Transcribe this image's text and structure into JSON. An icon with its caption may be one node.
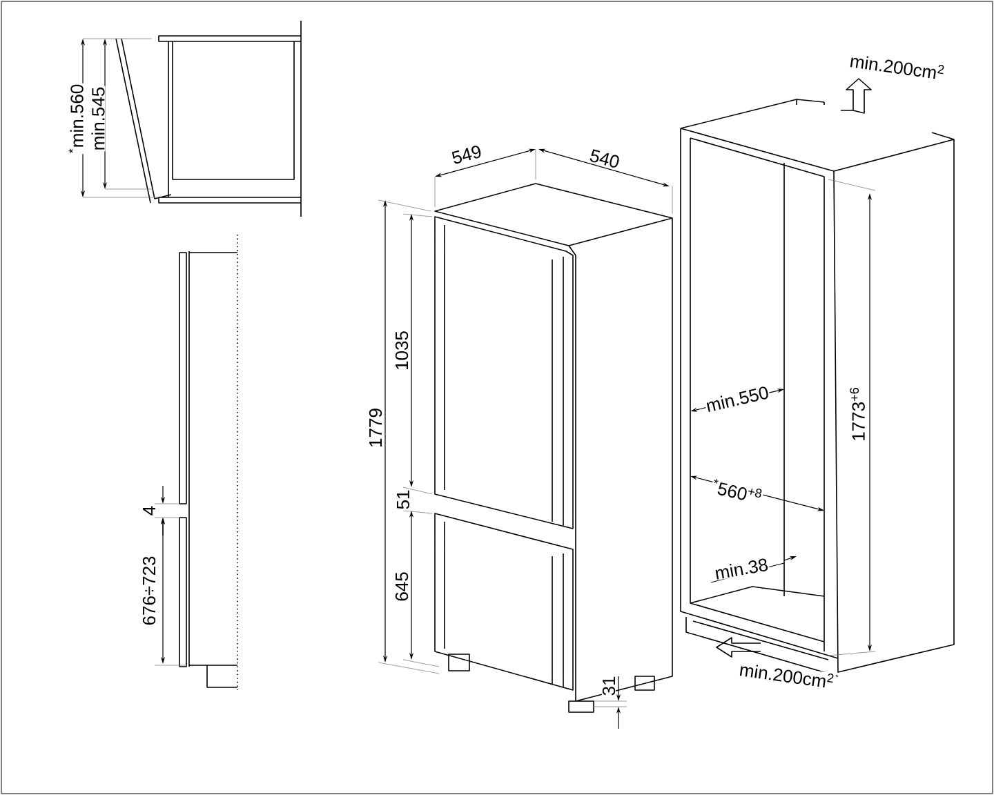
{
  "diagram": {
    "labels": [
      "min.200cm$^{2}$",
      "$^{*}$min.560",
      "min.545",
      "549",
      "540",
      "1035",
      "1779",
      "1773$^{+6}$",
      "min.550",
      "$^{*}$560$^{+8}$",
      "4",
      "51",
      "645",
      "676÷723",
      "min.38",
      "31",
      "min.200cm$^{2}$"
    ]
  }
}
